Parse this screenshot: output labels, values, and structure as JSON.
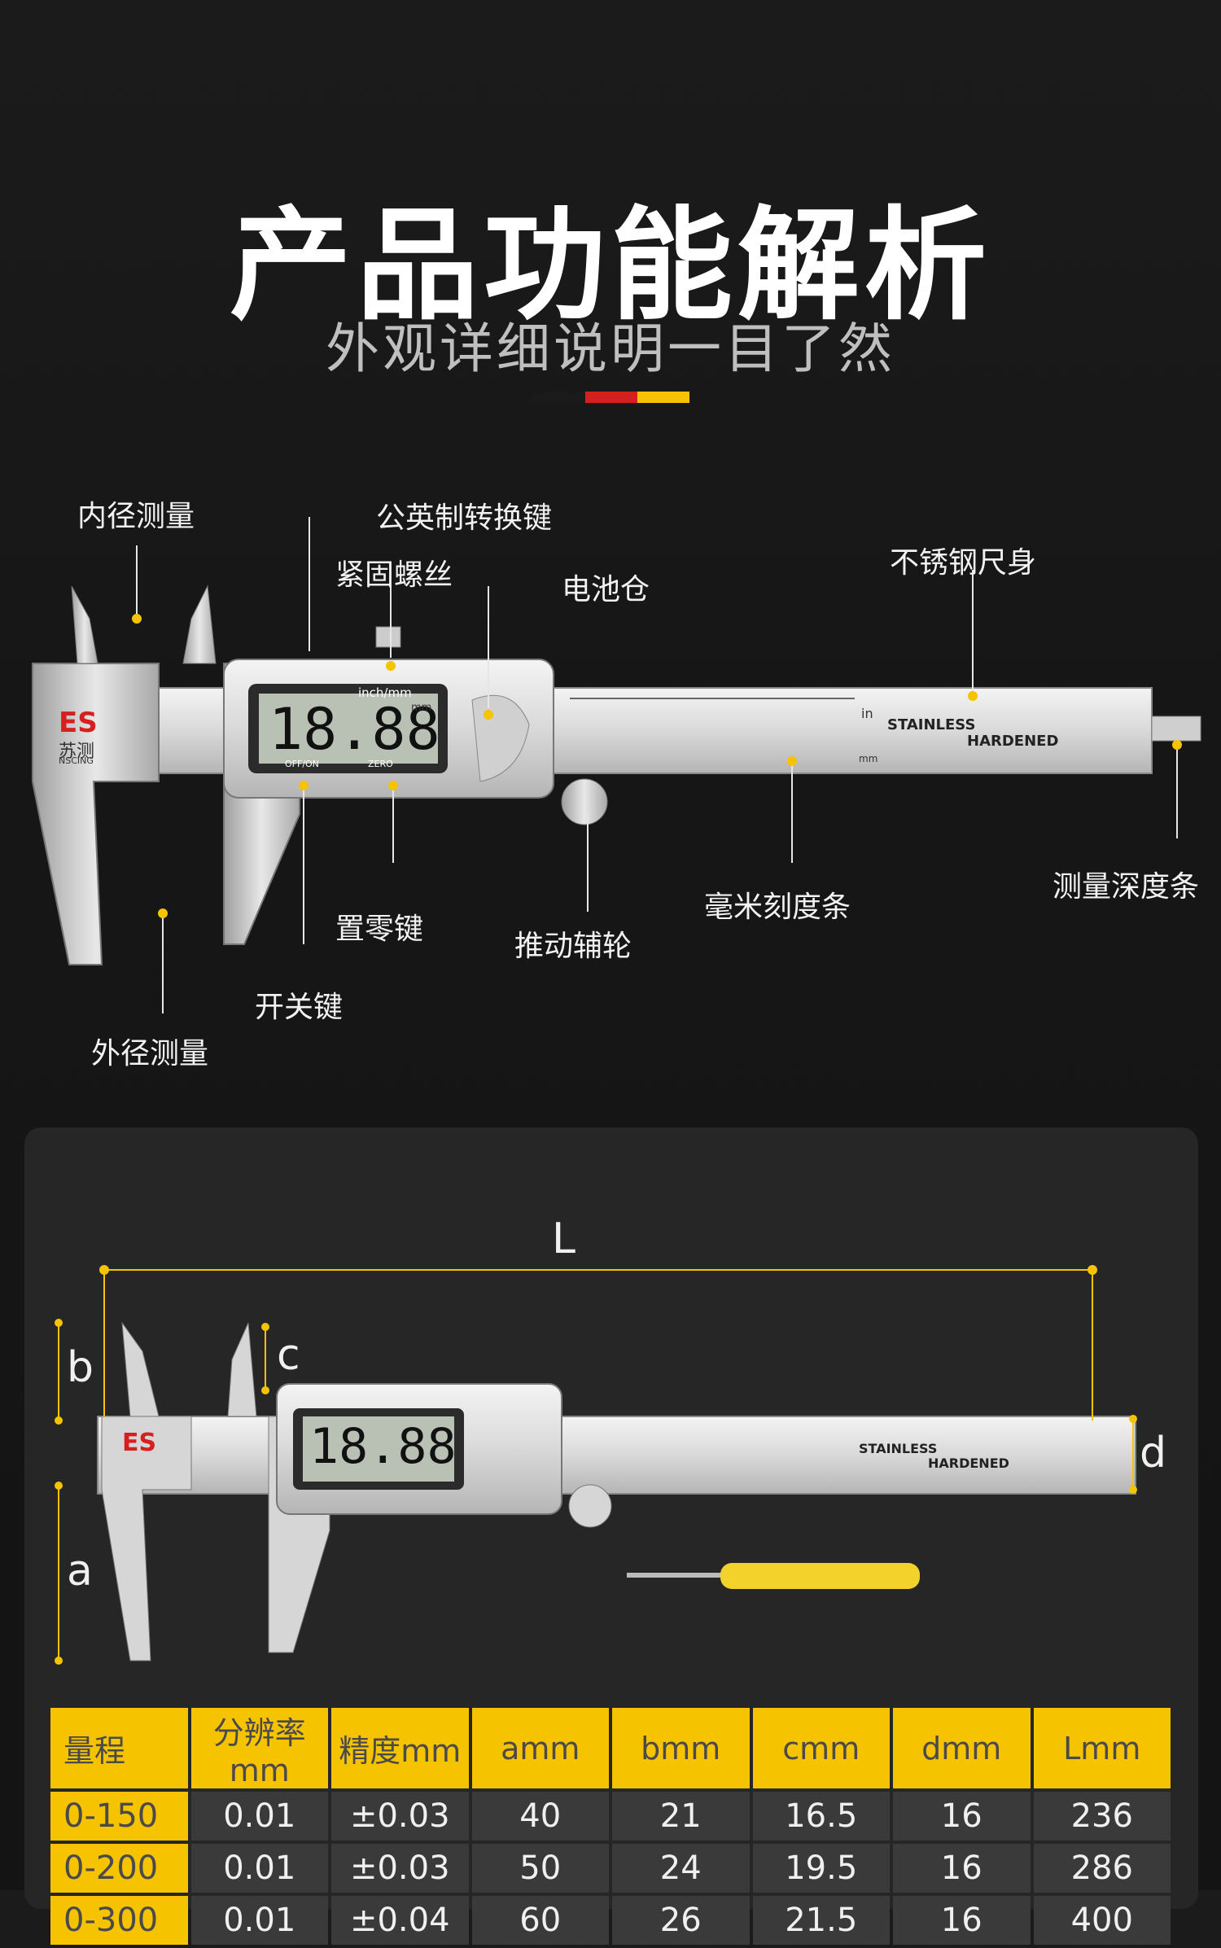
{
  "header": {
    "title": "产品功能解析",
    "subtitle": "外观详细说明一目了然",
    "accent_colors": [
      "#1a1a1a",
      "#d62020",
      "#f6c300"
    ]
  },
  "caliper_labels": {
    "brand_logo": "ES",
    "brand_cn": "苏测",
    "brand_en": "NSCING",
    "display_unit_label": "inch/mm",
    "display_value": "18.88",
    "display_mm": "mm",
    "button_offon": "OFF/ON",
    "button_zero": "ZERO",
    "engraving_line1": "STAINLESS",
    "engraving_line2": "HARDENED",
    "scale_in": "in",
    "scale_mm": "mm"
  },
  "callouts": {
    "inner_measure": "内径测量",
    "unit_switch": "公英制转换键",
    "lock_screw": "紧固螺丝",
    "battery": "电池仓",
    "stainless_body": "不锈钢尺身",
    "mm_scale": "毫米刻度条",
    "depth_bar": "测量深度条",
    "zero_key": "置零键",
    "thumb_wheel": "推动辅轮",
    "power_key": "开关键",
    "outer_measure": "外径测量"
  },
  "dimensions": {
    "L": "L",
    "a": "a",
    "b": "b",
    "c": "c",
    "d": "d"
  },
  "spec_table": {
    "headers": [
      "量程",
      "分辨率mm",
      "精度mm",
      "amm",
      "bmm",
      "cmm",
      "dmm",
      "Lmm"
    ],
    "rows": [
      [
        "0-150",
        "0.01",
        "±0.03",
        "40",
        "21",
        "16.5",
        "16",
        "236"
      ],
      [
        "0-200",
        "0.01",
        "±0.03",
        "50",
        "24",
        "19.5",
        "16",
        "286"
      ],
      [
        "0-300",
        "0.01",
        "±0.04",
        "60",
        "26",
        "21.5",
        "16",
        "400"
      ]
    ]
  }
}
